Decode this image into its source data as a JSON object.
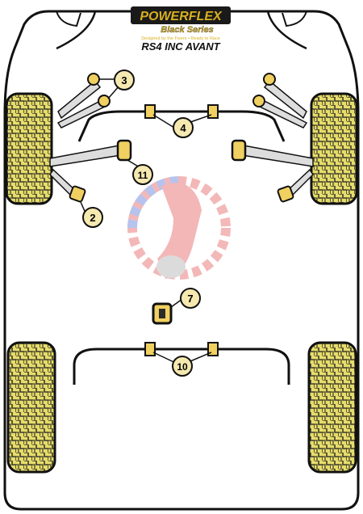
{
  "header": {
    "brand": "POWERFLEX",
    "series": "Black Series",
    "tagline": "Designed by the Fixers • Ready to Race",
    "model": "RS4 INC AVANT"
  },
  "callouts": [
    {
      "id": "3",
      "label": "3"
    },
    {
      "id": "4",
      "label": "4"
    },
    {
      "id": "11",
      "label": "11"
    },
    {
      "id": "2",
      "label": "2"
    },
    {
      "id": "7",
      "label": "7"
    },
    {
      "id": "10",
      "label": "10"
    }
  ],
  "colors": {
    "outline": "#111111",
    "tyre_fill": "#e6dc6a",
    "tyre_tread": "#3a3a2a",
    "bush_yellow": "#f0d060",
    "bush_dark": "#2a2a2a",
    "callout_fill": "#f5e9b0",
    "logo_gold": "#d8b020"
  },
  "icons": {
    "watermark": "powerflex-piston-logo"
  }
}
